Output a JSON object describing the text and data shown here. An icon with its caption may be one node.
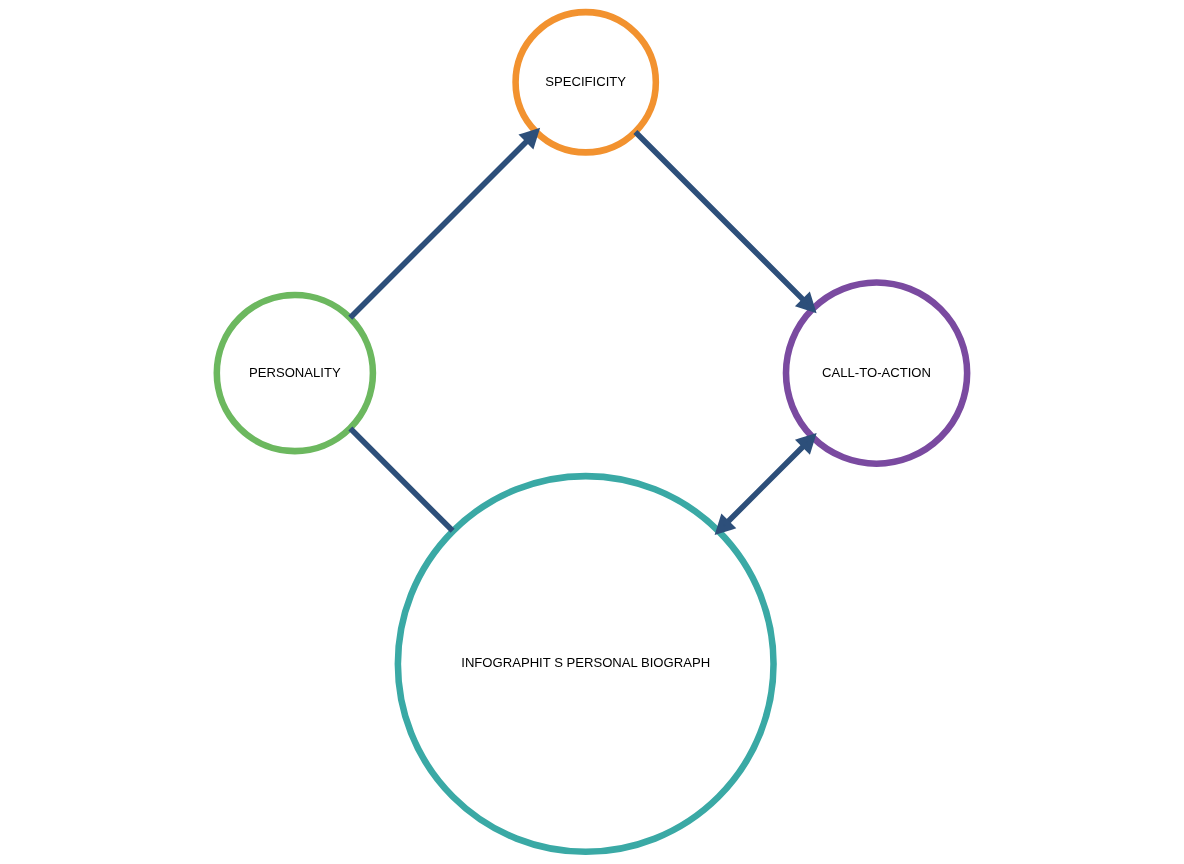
{
  "diagram": {
    "nodes": [
      {
        "text": [
          "INFOGRAPHIT S PERSONAL BIOGRAPH"
        ]
      },
      {
        "text": [
          "PERSONALITY"
        ]
      },
      {
        "text": [
          "SPECIFICITY"
        ]
      },
      {
        "text": [
          "CALL-TO-ACTION"
        ]
      }
    ],
    "edges": [
      {
        "from": 0,
        "to": 1,
        "arrow": "none"
      },
      {
        "from": 1,
        "to": 2,
        "arrow": "to"
      },
      {
        "from": 2,
        "to": 3,
        "arrow": "to"
      },
      {
        "from": 3,
        "to": 0,
        "arrow": "both"
      }
    ]
  }
}
